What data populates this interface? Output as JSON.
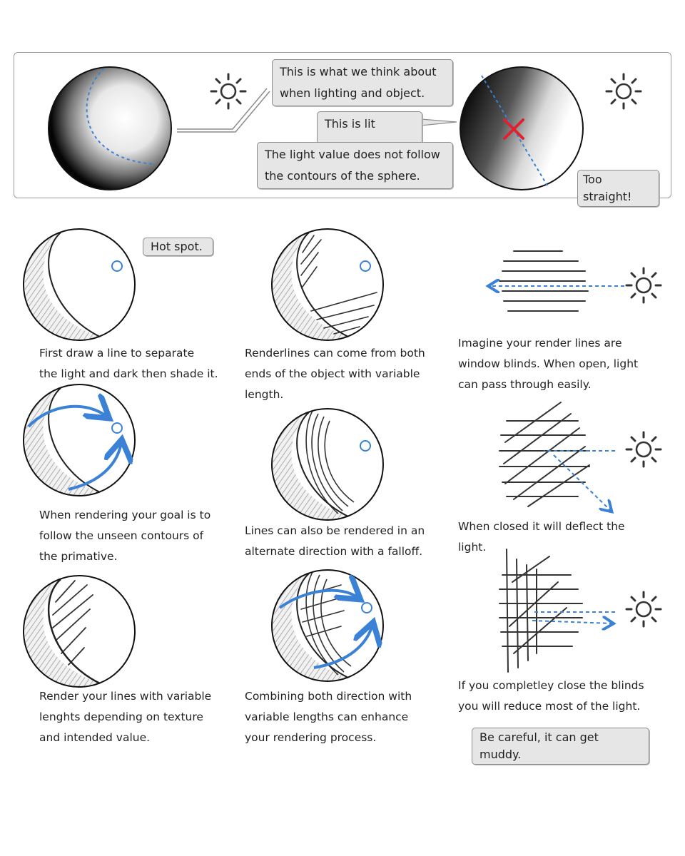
{
  "top_panel": {
    "callout_think": [
      "This is what we think about",
      "when lighting and object."
    ],
    "callout_wrong": "This is lit wrong.",
    "callout_contours": [
      "The light value does not follow",
      "the contours of the sphere."
    ],
    "callout_straight": "Too straight!"
  },
  "callouts": {
    "hot_spot": "Hot spot.",
    "muddy": "Be careful, it can get muddy."
  },
  "captions": {
    "c1": [
      "First draw a line to separate",
      "the light and dark then shade it."
    ],
    "c2": [
      "When rendering your goal is to",
      "follow the unseen contours of",
      "the primative."
    ],
    "c3": [
      "Render your lines with variable",
      "lenghts depending on texture",
      "and intended value."
    ],
    "c4": [
      "Renderlines can come from both",
      "ends of the object with variable",
      "length."
    ],
    "c5": [
      "Lines can also be rendered in an",
      "alternate direction with a falloff."
    ],
    "c6": [
      "Combining both direction with",
      "variable lengths can enhance",
      "your rendering process."
    ],
    "c7": [
      "Imagine your render lines are",
      "window blinds. When open, light",
      "can pass through easily."
    ],
    "c8": [
      "When closed it will deflect the",
      "light."
    ],
    "c9": [
      "If you completley close the blinds",
      "you will reduce most of the light."
    ]
  },
  "colors": {
    "accent_blue": "#3b82d6",
    "error_red": "#e0212e",
    "callout_fill": "#e6e6e6",
    "callout_border": "#8c8c8c"
  },
  "icons": [
    "sun-icon",
    "red-x-icon",
    "blue-arrow-icon",
    "hot-spot-icon"
  ]
}
